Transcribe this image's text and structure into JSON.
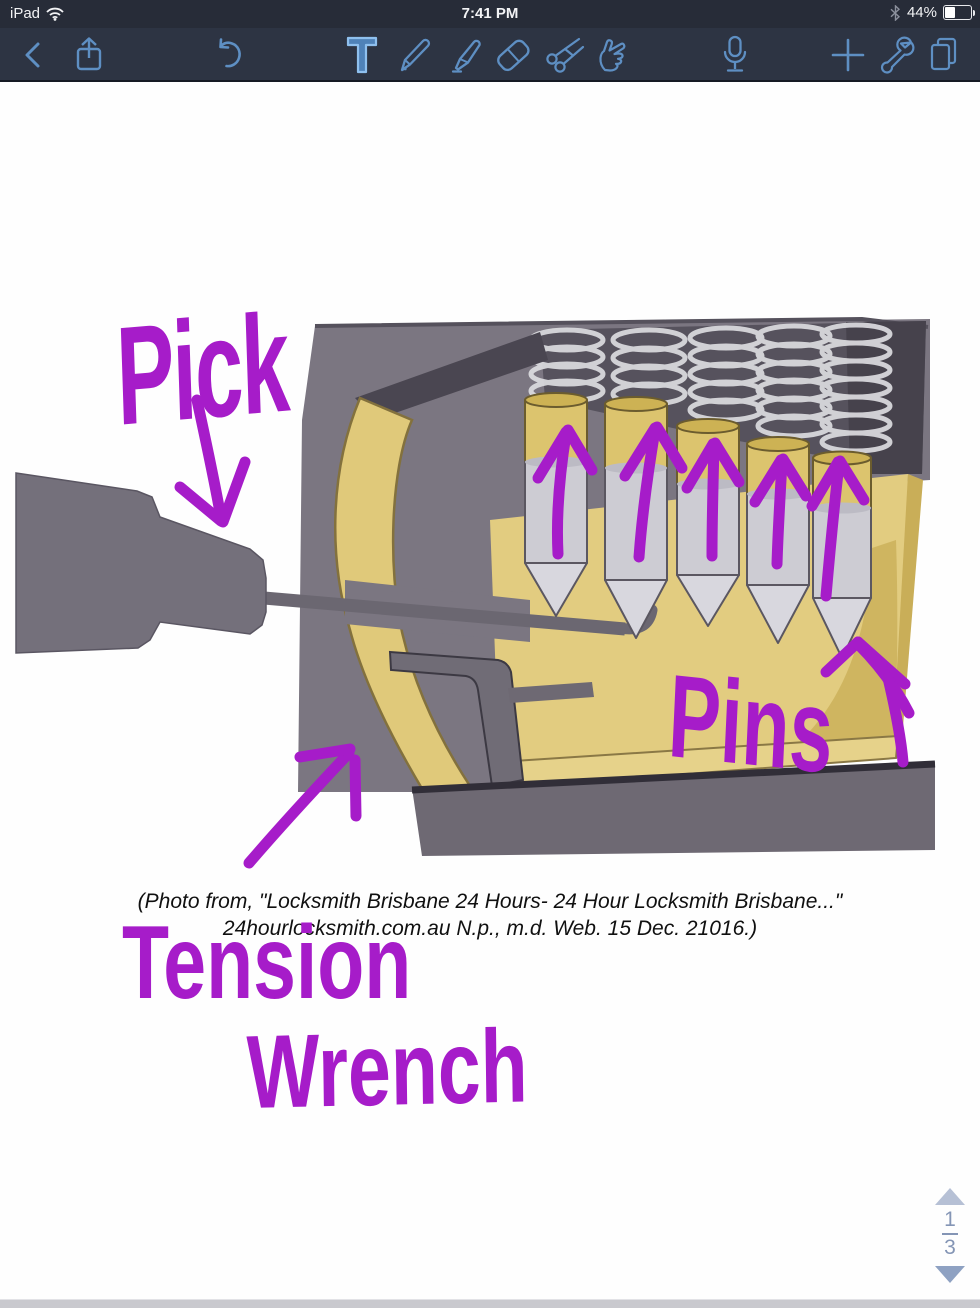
{
  "status_bar": {
    "device_label": "iPad",
    "time": "7:41 PM",
    "battery_percent": "44%",
    "icons": [
      "wifi-icon",
      "bluetooth-icon",
      "battery-icon"
    ]
  },
  "toolbar": {
    "background_color": "#2d3443",
    "icon_color": "#5e8fc3",
    "selected_tool": "text-tool",
    "icons": [
      "back-chevron-icon",
      "share-icon",
      "undo-icon",
      "text-tool-icon",
      "pen-tool-icon",
      "highlighter-tool-icon",
      "eraser-tool-icon",
      "scissors-tool-icon",
      "hand-tool-icon",
      "microphone-icon",
      "plus-icon",
      "wrench-settings-icon",
      "pages-icon"
    ]
  },
  "note": {
    "ink_color": "#a61cc9",
    "annotations": {
      "pick": "Pick",
      "pins": "Pins",
      "tension": "Tension",
      "wrench": "Wrench"
    },
    "citation_line1": "(Photo from, \"Locksmith Brisbane 24 Hours- 24 Hour Locksmith Brisbane...\"",
    "citation_line2": "24hourlocksmith.com.au N.p., m.d. Web. 15 Dec. 21016.)",
    "illustration_colors": {
      "housing_gray": "#7b7681",
      "brass_yellow": "#e0c97a",
      "pin_silver": "#cdccd3",
      "spring_silver": "#dcdce0"
    }
  },
  "page_nav": {
    "current": "1",
    "total": "3"
  }
}
